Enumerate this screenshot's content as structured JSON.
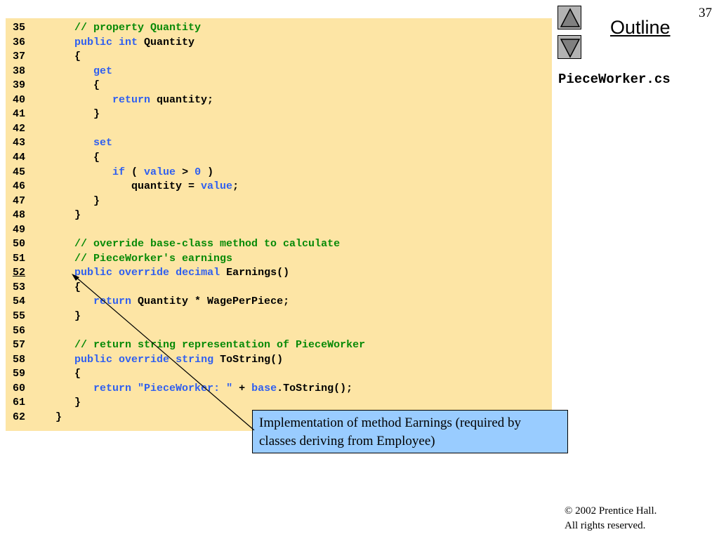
{
  "page_number": "37",
  "outline_label": "Outline",
  "nav": {
    "up_icon": "triangle-up-icon",
    "down_icon": "triangle-down-icon"
  },
  "file_name": "PieceWorker.cs",
  "colors": {
    "code_background": "#fde5a5",
    "keyword": "#2f5ff0",
    "comment": "#078a07",
    "callout_background": "#99ccff"
  },
  "code_lines": [
    {
      "n": "35",
      "t": [
        [
          "cm",
          "    // property Quantity"
        ]
      ]
    },
    {
      "n": "36",
      "t": [
        [
          "kw",
          "    public"
        ],
        [
          "",
          " "
        ],
        [
          "kw",
          "int"
        ],
        [
          "",
          " Quantity"
        ]
      ]
    },
    {
      "n": "37",
      "t": [
        [
          "",
          "    {"
        ]
      ]
    },
    {
      "n": "38",
      "t": [
        [
          "kw",
          "       get"
        ]
      ]
    },
    {
      "n": "39",
      "t": [
        [
          "",
          "       {"
        ]
      ]
    },
    {
      "n": "40",
      "t": [
        [
          "kw",
          "          return"
        ],
        [
          "",
          " quantity;"
        ]
      ]
    },
    {
      "n": "41",
      "t": [
        [
          "",
          "       }"
        ]
      ]
    },
    {
      "n": "42",
      "t": []
    },
    {
      "n": "43",
      "t": [
        [
          "kw",
          "       set"
        ]
      ]
    },
    {
      "n": "44",
      "t": [
        [
          "",
          "       {"
        ]
      ]
    },
    {
      "n": "45",
      "t": [
        [
          "kw",
          "          if"
        ],
        [
          "",
          " ( "
        ],
        [
          "kw",
          "value"
        ],
        [
          "",
          " > "
        ],
        [
          "kw",
          "0"
        ],
        [
          "",
          " )"
        ]
      ]
    },
    {
      "n": "46",
      "t": [
        [
          "",
          "             quantity = "
        ],
        [
          "kw",
          "value"
        ],
        [
          "",
          ";"
        ]
      ]
    },
    {
      "n": "47",
      "t": [
        [
          "",
          "       }"
        ]
      ]
    },
    {
      "n": "48",
      "t": [
        [
          "",
          "    }"
        ]
      ]
    },
    {
      "n": "49",
      "t": []
    },
    {
      "n": "50",
      "t": [
        [
          "cm",
          "    // override base-class method to calculate"
        ]
      ]
    },
    {
      "n": "51",
      "t": [
        [
          "cm",
          "    // PieceWorker's earnings"
        ]
      ]
    },
    {
      "n": "52",
      "link": true,
      "t": [
        [
          "kw",
          "    public"
        ],
        [
          "",
          " "
        ],
        [
          "kw",
          "override"
        ],
        [
          "",
          " "
        ],
        [
          "kw",
          "decimal"
        ],
        [
          "",
          " Earnings()"
        ]
      ]
    },
    {
      "n": "53",
      "t": [
        [
          "",
          "    {"
        ]
      ]
    },
    {
      "n": "54",
      "t": [
        [
          "kw",
          "       return"
        ],
        [
          "",
          " Quantity * WagePerPiece;"
        ]
      ]
    },
    {
      "n": "55",
      "t": [
        [
          "",
          "    }"
        ]
      ]
    },
    {
      "n": "56",
      "t": []
    },
    {
      "n": "57",
      "t": [
        [
          "cm",
          "    // return string representation of PieceWorker"
        ]
      ]
    },
    {
      "n": "58",
      "t": [
        [
          "kw",
          "    public"
        ],
        [
          "",
          " "
        ],
        [
          "kw",
          "override"
        ],
        [
          "",
          " "
        ],
        [
          "kw",
          "string"
        ],
        [
          "",
          " ToString()"
        ]
      ]
    },
    {
      "n": "59",
      "t": [
        [
          "",
          "    {"
        ]
      ]
    },
    {
      "n": "60",
      "t": [
        [
          "kw",
          "       return"
        ],
        [
          "",
          " "
        ],
        [
          "st",
          "\"PieceWorker: \""
        ],
        [
          "",
          " + "
        ],
        [
          "kw",
          "base"
        ],
        [
          "",
          ".ToString();"
        ]
      ]
    },
    {
      "n": "61",
      "t": [
        [
          "",
          "    }"
        ]
      ]
    },
    {
      "n": "62",
      "t": [
        [
          "",
          " }"
        ]
      ]
    }
  ],
  "callout_text": "Implementation of method Earnings (required by classes deriving from Employee)",
  "copyright": {
    "line1": "© 2002 Prentice Hall.",
    "line2": "All rights reserved."
  }
}
